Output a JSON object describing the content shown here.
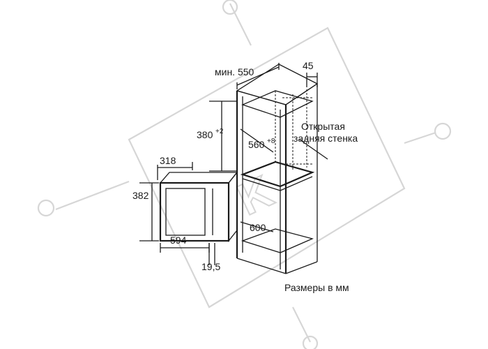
{
  "dimensions": {
    "min_depth": "мин. 550",
    "side_offset": "45",
    "niche_height": "380",
    "niche_height_tol": "+2",
    "niche_width": "560",
    "niche_width_tol": "+8",
    "open_back_line1": "Открытая",
    "open_back_line2": "задняя стенка",
    "depth": "318",
    "height": "382",
    "width": "594",
    "frame_offset": "19,5",
    "cabinet_depth": "600"
  },
  "caption": "Размеры в мм",
  "watermark": {
    "text": "K"
  }
}
